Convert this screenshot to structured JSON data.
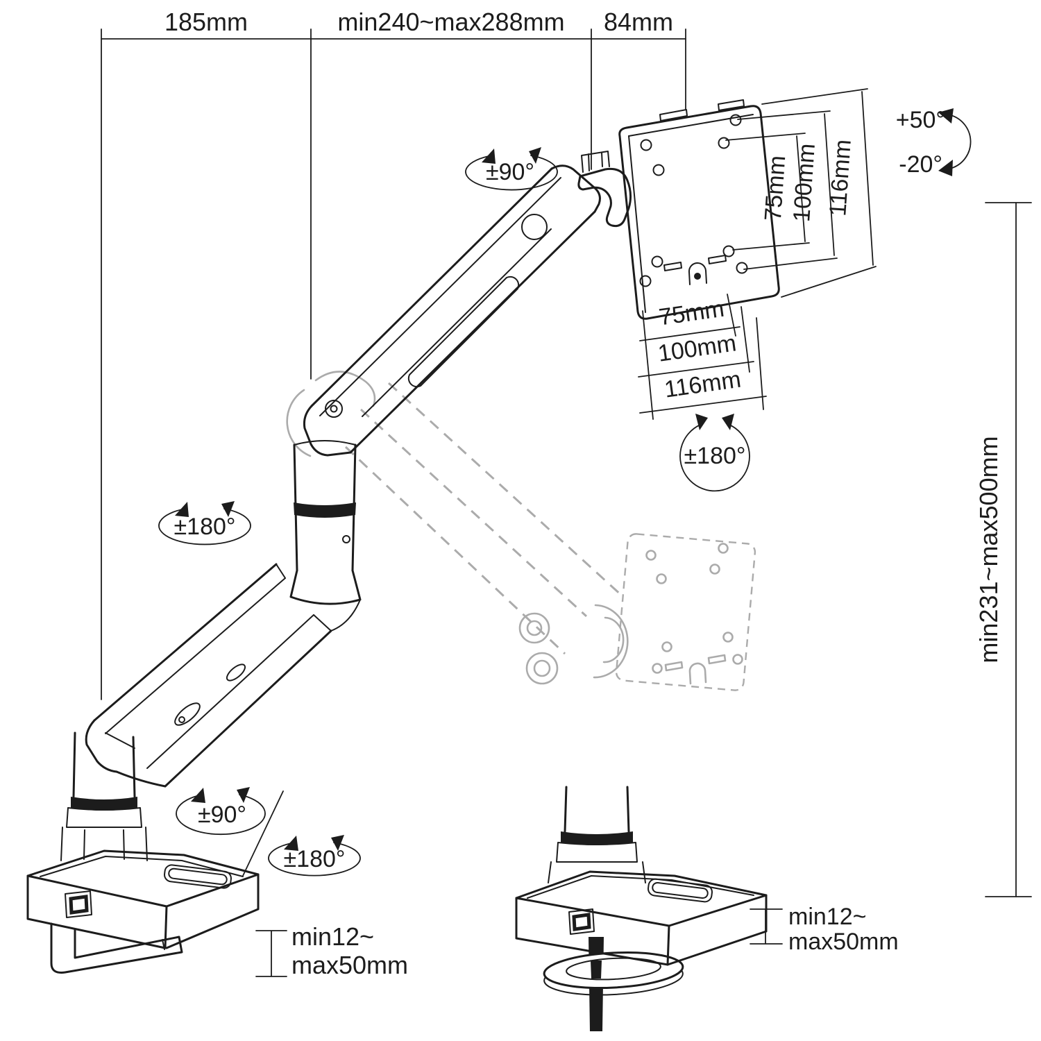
{
  "colors": {
    "background": "#ffffff",
    "line": "#1c1c1c",
    "ghost": "#ababab"
  },
  "top_dims": {
    "rear_arm": "185mm",
    "front_arm": "min240~max288mm",
    "head": "84mm"
  },
  "height_dim": "min231~max500mm",
  "tilt": {
    "up": "+50°",
    "down": "-20°"
  },
  "rotation": {
    "head": "±90°",
    "vesa": "±180°",
    "elbow": "±180°",
    "base_swivel": "±90°",
    "base_rotate": "±180°"
  },
  "vesa_side_dims": [
    "75mm",
    "100mm",
    "116mm"
  ],
  "vesa_bottom_dims": [
    "75mm",
    "100mm",
    "116mm"
  ],
  "clamp_left": {
    "line1": "min12~",
    "line2": "max50mm"
  },
  "clamp_right": {
    "line1": "min12~",
    "line2": "max50mm"
  }
}
